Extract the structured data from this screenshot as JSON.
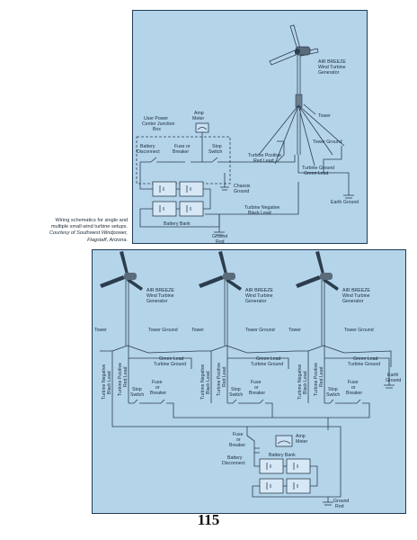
{
  "caption": {
    "line1": "Wiring schematics for single and",
    "line2": "multiple small wind turbine setups.",
    "credit1": "Courtesy of Southwest Windpower,",
    "credit2": "Flagstaff, Arizona."
  },
  "page_number": "115",
  "top_diagram": {
    "turbine_label_1": "AIR BREEZE",
    "turbine_label_2": "Wind Turbine",
    "turbine_label_3": "Generator",
    "tower": "Tower",
    "tower_ground": "Tower Ground",
    "junction_box_1": "User Power",
    "junction_box_2": "Center Junction",
    "junction_box_3": "Box",
    "amp_meter_1": "Amp",
    "amp_meter_2": "Meter",
    "battery_disconnect_1": "Battery",
    "battery_disconnect_2": "Disconnect",
    "fuse_breaker_1": "Fuse or",
    "fuse_breaker_2": "Breaker",
    "stop_switch_1": "Stop",
    "stop_switch_2": "Switch",
    "turbine_positive_1": "Turbine Positive",
    "turbine_positive_2": "Red Lead",
    "turbine_ground_1": "Turbine Ground",
    "turbine_ground_2": "Green Lead",
    "chassis_ground_1": "Chassis",
    "chassis_ground_2": "Ground",
    "earth_ground": "Earth Ground",
    "turbine_negative_1": "Turbine Negative",
    "turbine_negative_2": "Black Lead",
    "battery_bank": "Battery Bank",
    "ground_rod_1": "Ground",
    "ground_rod_2": "Rod"
  },
  "bottom_diagram": {
    "turbine_label_1": "AIR BREEZE",
    "turbine_label_2": "Wind Turbine",
    "turbine_label_3": "Generator",
    "tower": "Tower",
    "tower_ground": "Tower Ground",
    "green_lead": "Green Lead",
    "turbine_ground": "Turbine Ground",
    "turbine_negative_1": "Turbine Negative",
    "turbine_negative_2": "Black Lead",
    "turbine_positive_1": "Turbine Positive",
    "turbine_positive_2": "Red Lead",
    "fuse_1": "Fuse",
    "fuse_2": "or",
    "fuse_3": "Breaker",
    "stop_switch_1": "Stop",
    "stop_switch_2": "Switch",
    "earth_ground_1": "Earth",
    "earth_ground_2": "Ground",
    "main_fuse_1": "Fuse",
    "main_fuse_2": "or",
    "main_fuse_3": "Breaker",
    "amp_meter_1": "Amp",
    "amp_meter_2": "Meter",
    "battery_disconnect_1": "Battery",
    "battery_disconnect_2": "Disconnect",
    "battery_bank": "Battery Bank",
    "ground_rod_1": "Ground",
    "ground_rod_2": "Rod"
  },
  "colors": {
    "panel_fill": "#b4d4ea",
    "line": "#2c3d4e",
    "text": "#1b2b3a"
  }
}
